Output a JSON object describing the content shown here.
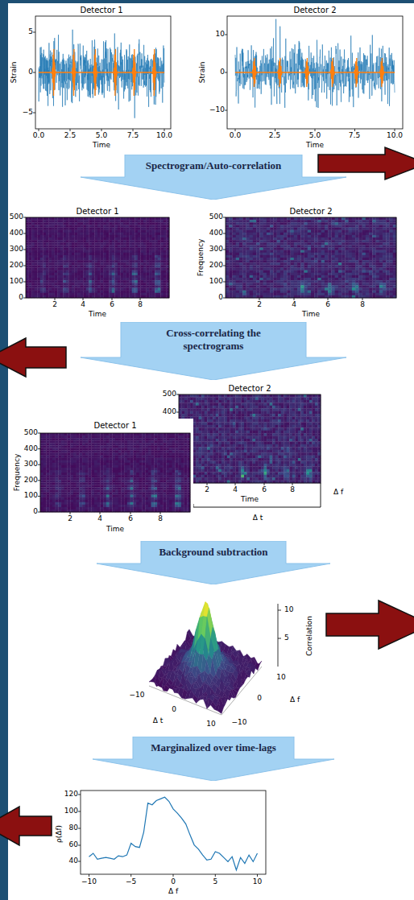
{
  "diagram": {
    "nodes": [
      {
        "text": [
          "Spectrogram/Auto-correlation"
        ]
      },
      {
        "text": [
          "Cross-correlating the spectrograms"
        ]
      },
      {
        "text": [
          "Background subtraction"
        ]
      },
      {
        "text": [
          "Marginalized over time-lags"
        ]
      }
    ],
    "labels": [
      "Detector 1",
      "Strain",
      "5",
      "0",
      "−5",
      "0.0",
      "2.5",
      "5.0",
      "7.5",
      "10.0",
      "Time",
      "Detector 2",
      "Strain",
      "10",
      "0",
      "−10",
      "0.0",
      "2.5",
      "5.0",
      "7.5",
      "10.0",
      "Time",
      "Detector 1",
      "500",
      "400",
      "300",
      "200",
      "100",
      "0",
      "2",
      "4",
      "6",
      "8",
      "Time",
      "Detector 2",
      "Frequency",
      "500",
      "400",
      "300",
      "200",
      "100",
      "0",
      "2",
      "4",
      "6",
      "8",
      "Time",
      "Detector 2",
      "500",
      "400",
      "Detector 1",
      "Frequency",
      "500",
      "400",
      "300",
      "200",
      "100",
      "0",
      "2",
      "4",
      "6",
      "8",
      "Time",
      "2",
      "4",
      "6",
      "8",
      "Time",
      "Δ f",
      "Δ t",
      "Correlation",
      "10",
      "5",
      "−10",
      "0",
      "10",
      "Δ t",
      "10",
      "0",
      "−10",
      "Δ f",
      "ρ(Δf)",
      "120",
      "100",
      "80",
      "60",
      "40",
      "−10",
      "−5",
      "0",
      "5",
      "10",
      "Δ f"
    ]
  }
}
